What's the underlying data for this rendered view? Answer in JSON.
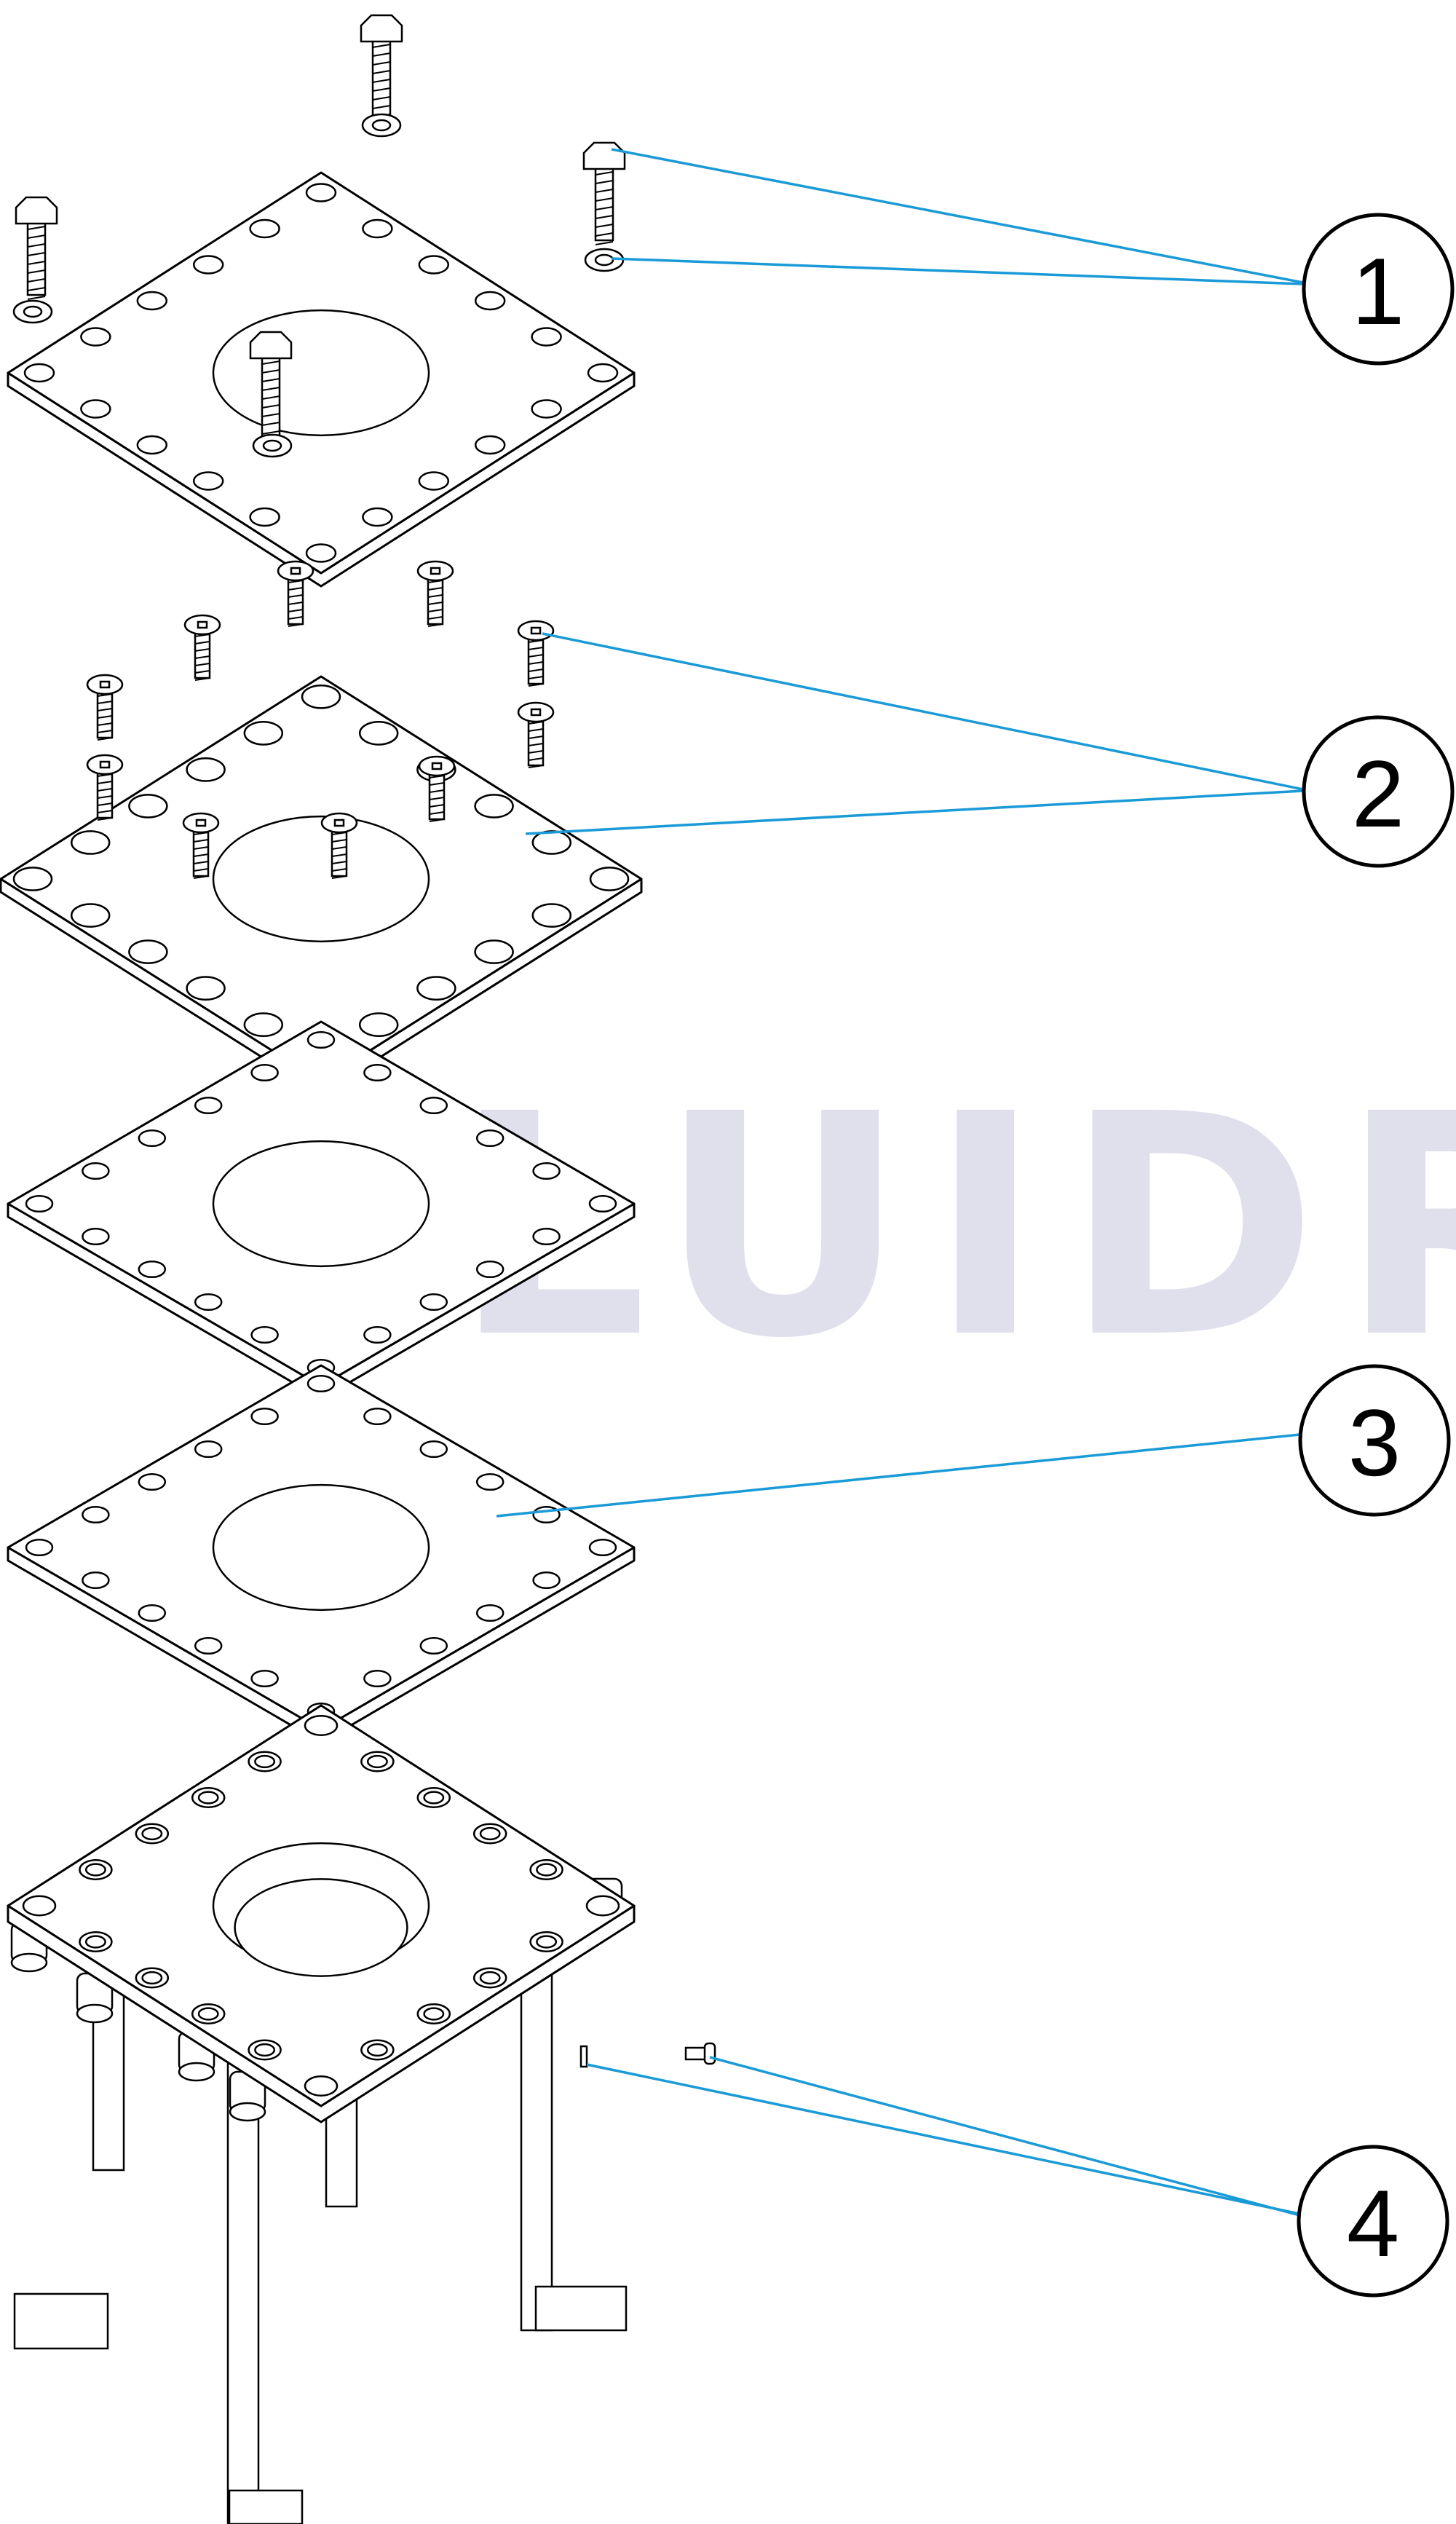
{
  "watermark": {
    "text": "FLUIDRA",
    "color": "#dfe0ec"
  },
  "callouts": [
    {
      "id": "1",
      "label": "1"
    },
    {
      "id": "2",
      "label": "2"
    },
    {
      "id": "3",
      "label": "3"
    },
    {
      "id": "4",
      "label": "4"
    }
  ],
  "colors": {
    "leader": "#1a9ad6",
    "line": "#000000",
    "background": "#ffffff"
  }
}
